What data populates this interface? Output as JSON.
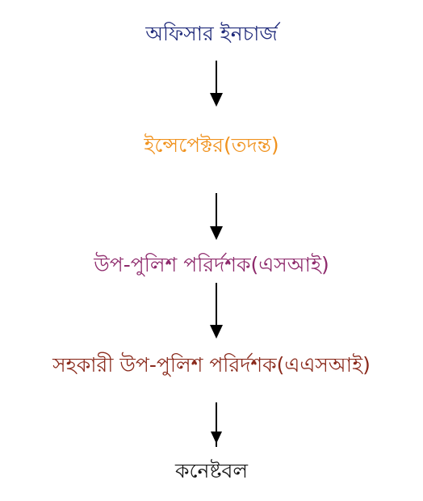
{
  "diagram": {
    "ranks": [
      {
        "label": "অফিসার ইনচার্জ",
        "color": "#1f2a7a"
      },
      {
        "label": "ইন্সেপেক্টর(তদন্ত)",
        "color": "#f0921e"
      },
      {
        "label": "উপ-পুলিশ পরির্দশক(এসআই)",
        "color": "#8e2a6c"
      },
      {
        "label": "সহকারী উপ-পুলিশ পরির্দশক(এএসআই)",
        "color": "#8a2a1c"
      },
      {
        "label": "কনেষ্টবল",
        "color": "#141414"
      }
    ],
    "arrow_color": "#000000"
  }
}
